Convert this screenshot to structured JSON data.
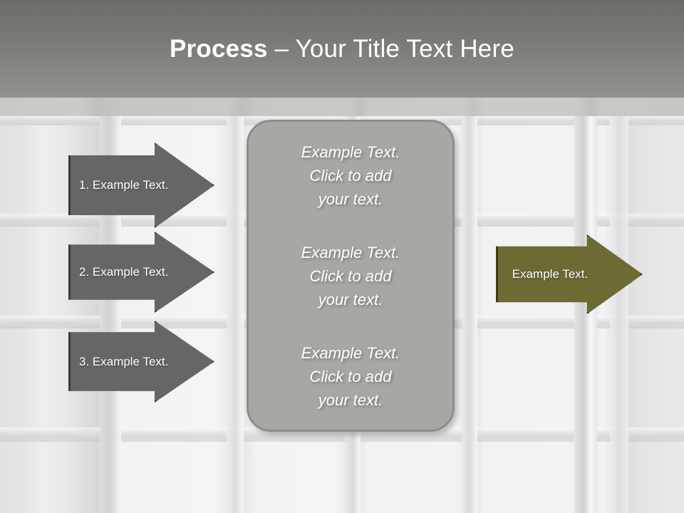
{
  "slide": {
    "title": {
      "bold_part": "Process",
      "rest_part": " – Your Title Text Here",
      "full": "Process – Your Title Text Here"
    },
    "input_arrows": [
      {
        "label": "1. Example Text.",
        "color": "#666666",
        "border": "#3b3b3b"
      },
      {
        "label": "2. Example Text.",
        "color": "#666666",
        "border": "#3b3b3b"
      },
      {
        "label": "3. Example Text.",
        "color": "#666666",
        "border": "#3b3b3b"
      }
    ],
    "center_box": {
      "fill": "#a7a7a3",
      "border": "#8d8d89",
      "blocks": [
        "Example Text.\nClick  to add\nyour text.",
        "Example Text.\nClick  to add\nyour text.",
        "Example Text.\nClick  to add\nyour text."
      ]
    },
    "output_arrow": {
      "label": "Example Text.",
      "color": "#6b6b33",
      "border": "#3a3a16"
    },
    "theme": {
      "title_bar_top": "#6d6d67",
      "title_bar_bottom": "#93938d",
      "title_color": "#ffffff",
      "background": "#ebebeb",
      "accent": "#6b6b33"
    }
  }
}
